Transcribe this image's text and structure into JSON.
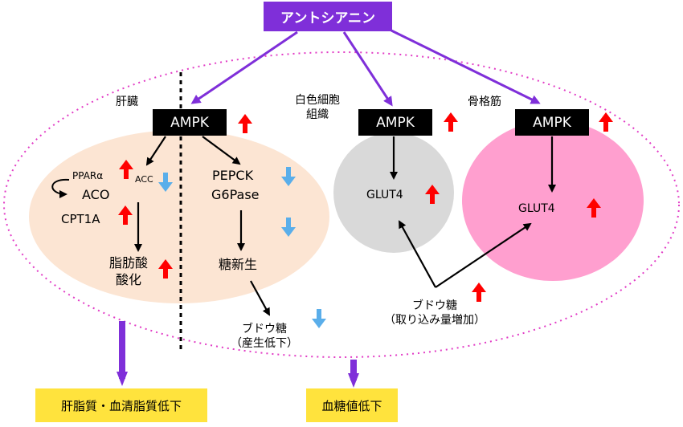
{
  "title": "アントシアニン",
  "tissues": {
    "liver": {
      "label": "肝臓",
      "ampk": "AMPK"
    },
    "white_adipose": {
      "label_line1": "白色細胞",
      "label_line2": "組織",
      "ampk": "AMPK",
      "glut4": "GLUT4"
    },
    "skeletal_muscle": {
      "label": "骨格筋",
      "ampk": "AMPK",
      "glut4": "GLUT4"
    }
  },
  "liver_left": {
    "ppar": "PPARα",
    "acc": "ACC",
    "aco": "ACO",
    "cpt1a": "CPT1A",
    "fa_line1": "脂肪酸",
    "fa_line2": "酸化"
  },
  "liver_right": {
    "pepck": "PEPCK",
    "g6pase": "G6Pase",
    "gluconeo": "糖新生",
    "glucose_line1": "ブドウ糖",
    "glucose_line2": "（産生低下）"
  },
  "uptake": {
    "line1": "ブドウ糖",
    "line2": "（取り込み量増加）"
  },
  "outcomes": {
    "lipid": "肝脂質・血清脂質低下",
    "glucose": "血糖値低下"
  },
  "colors": {
    "purple": "#7f2fd9",
    "up_arrow": "#ff0000",
    "down_arrow": "#5aaeea",
    "liver_fill": "#fce5d3",
    "adipose_fill": "#d9d9d9",
    "muscle_fill": "#ff9fcf",
    "outline_dots": "#e23cc6",
    "outcome_fill": "#ffe33d"
  }
}
